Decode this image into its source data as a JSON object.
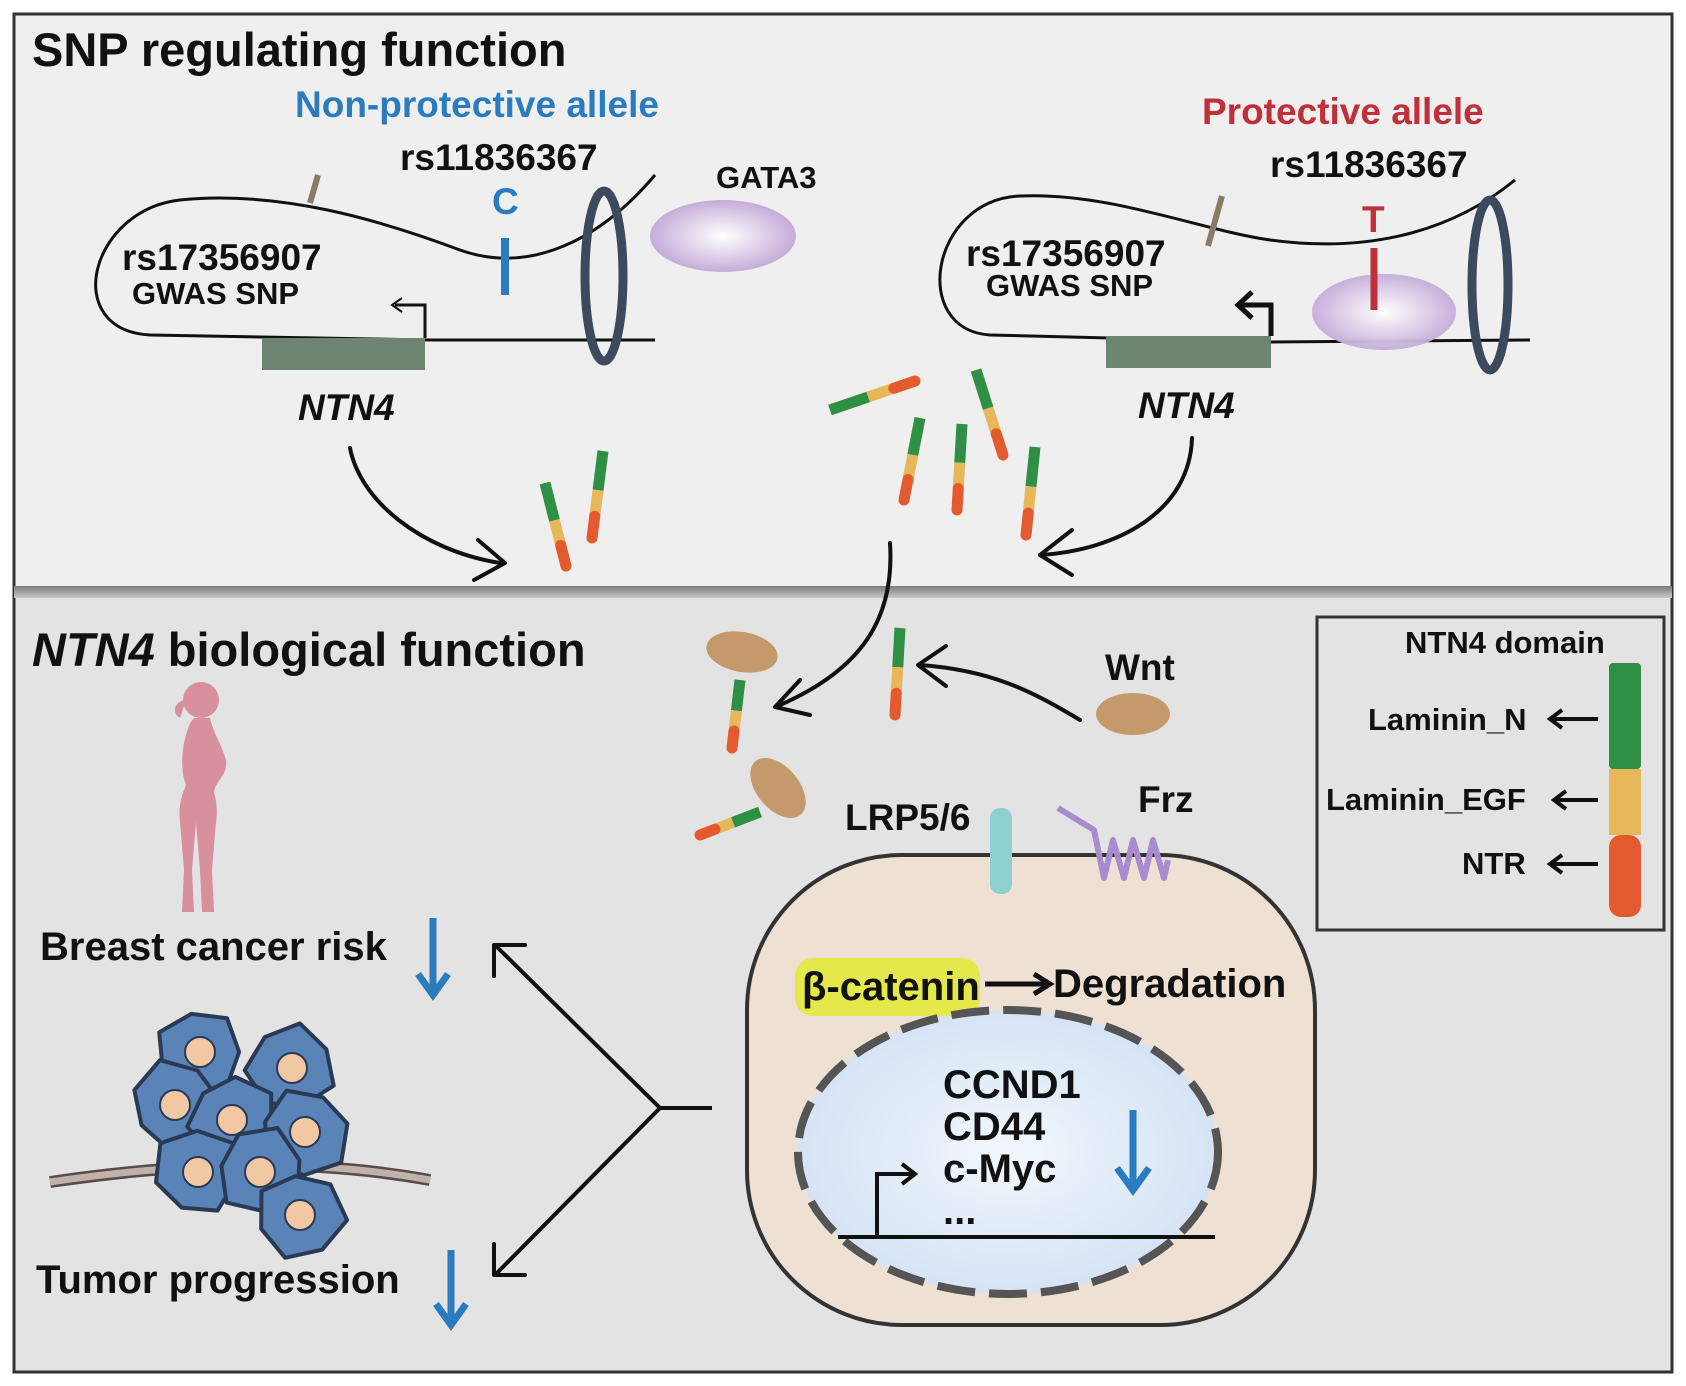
{
  "panels": {
    "top_title": "SNP regulating function",
    "bottom_title_gene": "NTN4",
    "bottom_title_rest": " biological function"
  },
  "left_allele": {
    "heading": "Non-protective allele",
    "snp_id": "rs11836367",
    "base": "C",
    "gwas_id": "rs17356907",
    "gwas_label": "GWAS SNP",
    "gene": "NTN4",
    "factor": "GATA3"
  },
  "right_allele": {
    "heading": "Protective allele",
    "snp_id": "rs11836367",
    "base": "T",
    "gwas_id": "rs17356907",
    "gwas_label": "GWAS SNP",
    "gene": "NTN4"
  },
  "pathway": {
    "wnt": "Wnt",
    "lrp": "LRP5/6",
    "frz": "Frz",
    "beta_catenin": "β-catenin",
    "degradation": "Degradation",
    "targets": [
      "CCND1",
      "CD44",
      "c-Myc",
      "..."
    ]
  },
  "outcomes": {
    "risk": "Breast cancer risk",
    "progression": "Tumor progression"
  },
  "legend": {
    "title": "NTN4 domain",
    "items": [
      {
        "label": "Laminin_N",
        "color": "#2f8f45"
      },
      {
        "label": "Laminin_EGF",
        "color": "#e6b85a"
      },
      {
        "label": "NTR",
        "color": "#e35a2f"
      }
    ]
  },
  "colors": {
    "top_panel": "#efefef",
    "bottom_panel": "#e4e4e4",
    "cell": "#eee0d2",
    "nucleus": "#dbe8f6",
    "gata3": "#c9b2dc",
    "beta_highlight": "#e4e84a",
    "wnt_ligand": "#c49a6c",
    "lrp": "#8ecfcf",
    "frz": "#a98bd0",
    "down_arrow": "#2b7bbf",
    "promoter_box": "#6d8570",
    "loop_ring": "#3c4a5e",
    "tumor_cell": "#5a84b8",
    "tumor_nucleus": "#f2c8a4",
    "silhouette": "#d8909e"
  }
}
